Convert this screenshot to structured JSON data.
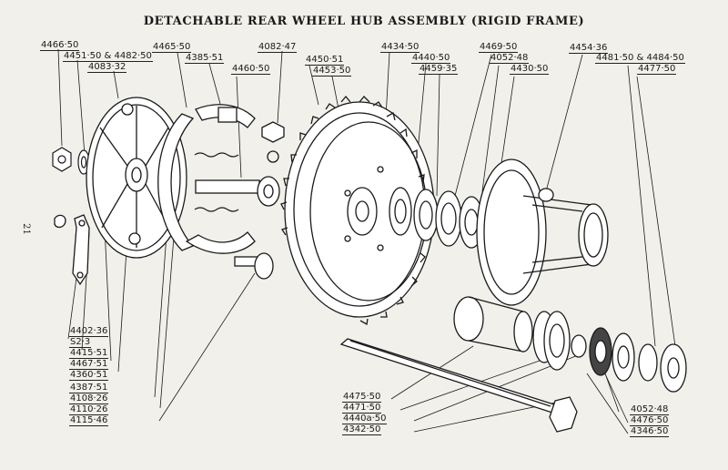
{
  "title": "DETACHABLE REAR WHEEL HUB ASSEMBLY (RIGID FRAME)",
  "page_number": "21",
  "top_labels": {
    "l4466": "4466·50",
    "l4451": "4451·50 & 4482·50",
    "l4083": "4083·32",
    "l4465": "4465·50",
    "l4385": "4385·51",
    "l4082": "4082·47",
    "l4460": "4460·50",
    "l4450": "4450·51",
    "l4453": "4453·50",
    "l4434": "4434·50",
    "l4440": "4440·50",
    "l4459": "4459·35",
    "l4469": "4469·50",
    "l4052": "4052·48",
    "l4430": "4430·50",
    "l4454": "4454·36",
    "l4481": "4481·50 & 4484·50",
    "l4477": "4477·50"
  },
  "left_labels": {
    "l4402": "4402·36",
    "ls23": "S2·3",
    "l4415": "4415·51",
    "l4467": "4467·51",
    "l4360": "4360·51",
    "l4387": "4387·51",
    "l4108": "4108·26",
    "l4110": "4110·26",
    "l4115": "4115·46"
  },
  "bottom_labels": {
    "l4475": "4475·50",
    "l4471": "4471·50",
    "l4440a": "4440a·50",
    "l4342": "4342·50",
    "l4052b": "4052·48",
    "l4476": "4476·50",
    "l4346": "4346·50"
  }
}
